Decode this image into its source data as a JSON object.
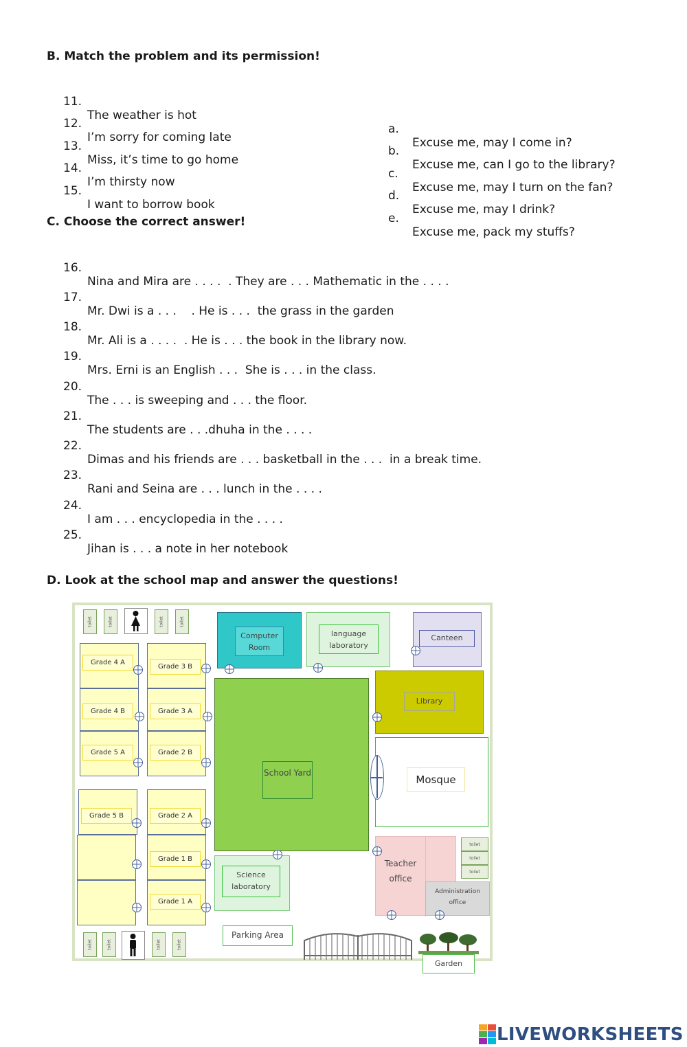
{
  "section_b": {
    "heading": "B. Match the problem and its permission!",
    "problems": [
      {
        "num": "11.",
        "text": "The weather is hot"
      },
      {
        "num": "12.",
        "text": "I’m sorry for coming late"
      },
      {
        "num": "13.",
        "text": "Miss, it’s time to go home"
      },
      {
        "num": "14.",
        "text": "I’m thirsty now"
      },
      {
        "num": "15.",
        "text": "I want to borrow book"
      }
    ],
    "permissions": [
      {
        "letter": "a.",
        "text": "Excuse me, may I come in?"
      },
      {
        "letter": "b.",
        "text": "Excuse me, can I go to the library?"
      },
      {
        "letter": "c.",
        "text": "Excuse me, may I turn on the fan?"
      },
      {
        "letter": "d.",
        "text": "Excuse me, may I drink?"
      },
      {
        "letter": "e.",
        "text": "Excuse me, pack my stuffs?"
      }
    ]
  },
  "section_c": {
    "heading": "C. Choose the correct answer!",
    "items": [
      {
        "num": "16.",
        "text": "Nina and Mira are . . . .  . They are . . . Mathematic in the . . . ."
      },
      {
        "num": "17.",
        "text": "Mr. Dwi is a . . .    . He is . . .  the grass in the garden"
      },
      {
        "num": "18.",
        "text": "Mr. Ali is a . . . .  . He is . . . the book in the library now."
      },
      {
        "num": "19.",
        "text": "Mrs. Erni is an English . . .  She is . . . in the class."
      },
      {
        "num": "20.",
        "text": "The . . . is sweeping and . . . the floor."
      },
      {
        "num": "21.",
        "text": "The students are . . .dhuha in the . . . ."
      },
      {
        "num": "22.",
        "text": "Dimas and his friends are . . . basketball in the . . .  in a break time."
      },
      {
        "num": "23.",
        "text": "Rani and Seina are . . . lunch in the . . . ."
      },
      {
        "num": "24.",
        "text": "I am . . . encyclopedia in the . . . ."
      },
      {
        "num": "25.",
        "text": "Jihan is . . . a note in her notebook"
      }
    ]
  },
  "section_d": {
    "heading": "D. Look at the school map and answer the questions!",
    "map": {
      "computer_room": "Computer Room",
      "language_lab": "language laboratory",
      "canteen": "Canteen",
      "library": "Library",
      "mosque": "Mosque",
      "school_yard": "School Yard",
      "science_lab": "Science laboratory",
      "teacher_office": "Teacher office",
      "admin_office": "Administration office",
      "parking": "Parking Area",
      "garden": "Garden",
      "toilet": "toilet",
      "grades": {
        "g4a": "Grade 4 A",
        "g3b": "Grade 3 B",
        "g4b": "Grade 4 B",
        "g3a": "Grade 3 A",
        "g5a": "Grade 5 A",
        "g2b": "Grade 2 B",
        "g5b": "Grade 5 B",
        "g2a": "Grade 2 A",
        "g1b": "Grade 1 B",
        "g1a": "Grade 1 A"
      }
    }
  },
  "footer": {
    "brand": "LIVEWORKSHEETS"
  }
}
